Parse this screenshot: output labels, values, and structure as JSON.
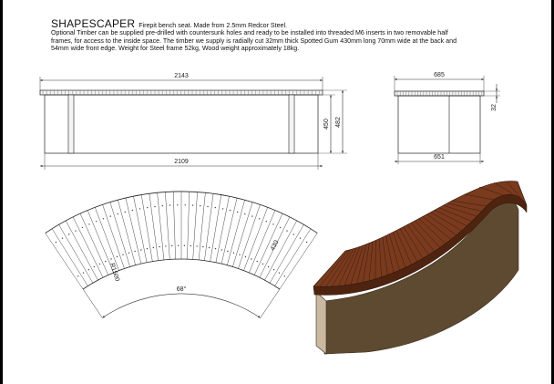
{
  "header": {
    "title": "SHAPESCAPER",
    "tagline": "Firepit bench seat. Made from 2.5mm Redcor Steel.",
    "description": "Optional Timber can be supplied pre-drilled with countersunk holes and ready to be installed into threaded M6 inserts in two removable half frames, for access to the inside space. The timber we supply is radially cut 32mm thick Spotted Gum 430mm long 70mm wide at the back and 54mm wide front edge. Weight for Steel frame 52kg, Wood weight approximately 18kg."
  },
  "dimensions": {
    "front_top_width": "2143",
    "front_bottom_width": "2109",
    "front_height_inner": "450",
    "front_height_total": "482",
    "side_top_width": "685",
    "side_bottom_width": "651",
    "side_timber_thickness": "32",
    "plan_radius": "R1500",
    "plan_depth": "430",
    "plan_angle": "68°"
  },
  "colors": {
    "timber": "#7a3a1e",
    "timber_dark": "#4e2410",
    "steel": "#5e4a31",
    "steel_dark": "#3a2d1e",
    "line": "#333333"
  }
}
